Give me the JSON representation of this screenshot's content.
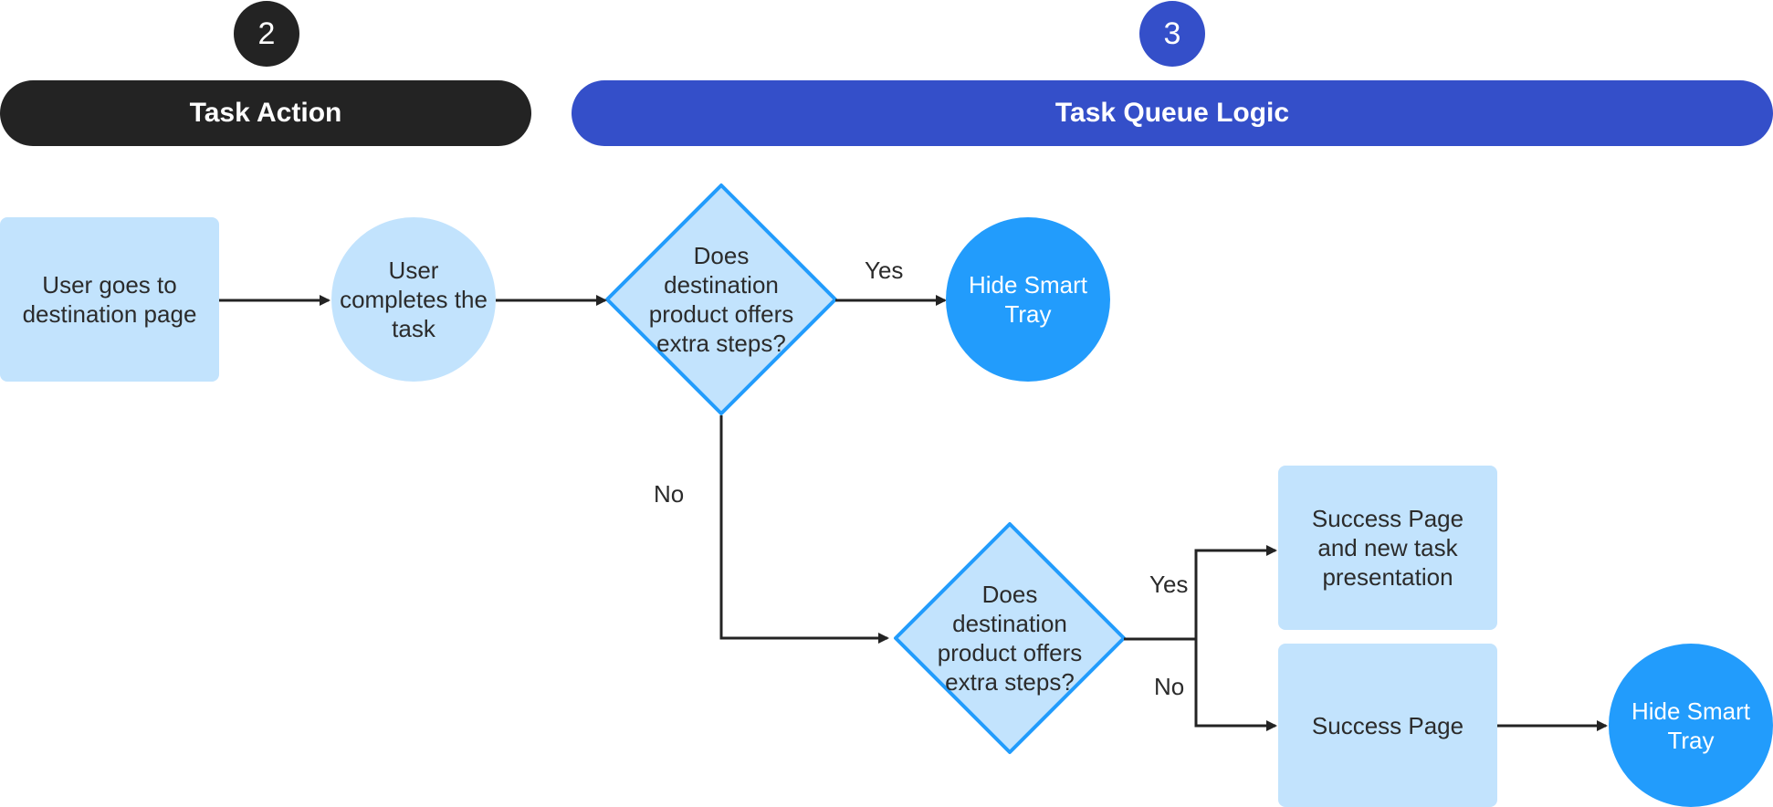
{
  "steps": [
    {
      "number": "2",
      "label": "Task Action",
      "color": "#232323"
    },
    {
      "number": "3",
      "label": "Task Queue Logic",
      "color": "#344fc9"
    }
  ],
  "nodes": {
    "start": "User goes to destination page",
    "complete": "User completes the task",
    "decision_1": "Does destination product offers extra steps?",
    "hide_tray_1": "Hide Smart Tray",
    "decision_2": "Does destination product offers extra steps?",
    "success_new_task": "Success Page and new task presentation",
    "success_page": "Success Page",
    "hide_tray_2": "Hide Smart Tray"
  },
  "edge_labels": {
    "d1_yes": "Yes",
    "d1_no": "No",
    "d2_yes": "Yes",
    "d2_no": "No"
  },
  "colors": {
    "light_fill": "#c2e3fd",
    "accent": "#229cfc",
    "line": "#232323"
  }
}
